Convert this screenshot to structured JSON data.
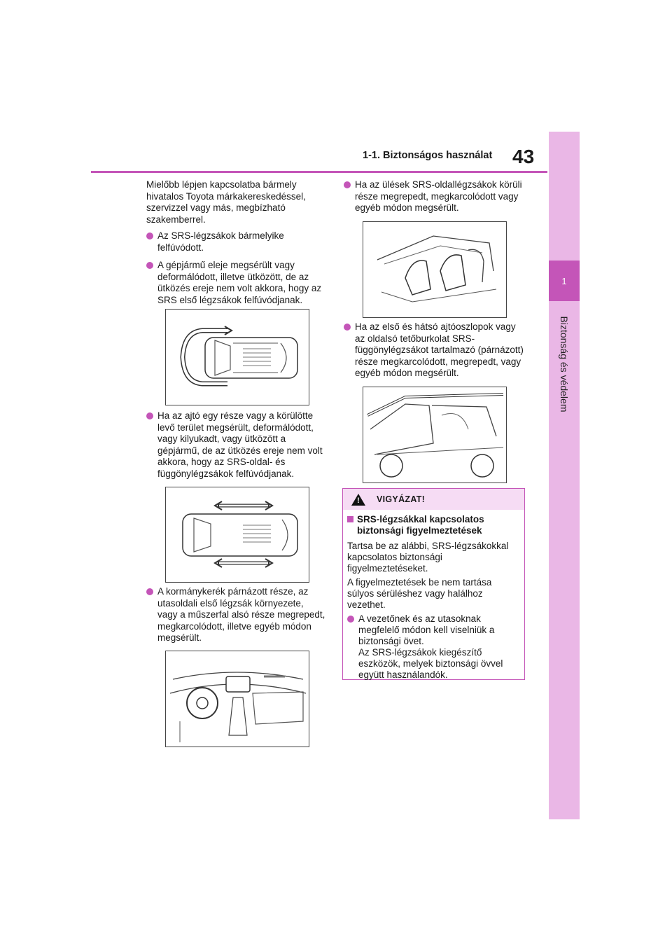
{
  "header": {
    "page_number": "43",
    "section_title": "1-1. Biztonságos használat"
  },
  "side_tab": {
    "chapter_number": "1",
    "chapter_title": "Biztonság és védelem"
  },
  "left_column": {
    "intro": "Mielőbb lépjen kapcsolatba bármely hivatalos Toyota márkakereskedéssel, szervizzel vagy más, megbízható szakemberrel.",
    "bullets": [
      "Az SRS-légzsákok bármelyike felfúvódott.",
      "A gépjármű eleje megsérült vagy deformálódott, illetve ütközött, de az ütközés ereje nem volt akkora, hogy az SRS első légzsákok felfúvódjanak.",
      "Ha az ajtó egy része vagy a körülötte levő terület megsérült, deformálódott, vagy kilyukadt, vagy ütközött a gépjármű, de az ütközés ereje nem volt akkora, hogy az SRS-oldal- és függönylégzsákok felfúvódjanak.",
      "A kormánykerék párnázott része, az utasoldali első légzsák környezete, vagy a műszerfal alsó része megrepedt, megkarcolódott, illetve egyéb módon megsérült."
    ]
  },
  "right_column": {
    "bullets": [
      "Ha az ülések SRS-oldallégzsákok körüli része megrepedt, megkarcolódott vagy egyéb módon megsérült.",
      "Ha az első és hátsó ajtóoszlopok vagy az oldalsó tetőburkolat SRS-függönylégzsákot tartalmazó (párnázott) része megkarcolódott, megrepedt, vagy egyéb módon megsérült."
    ]
  },
  "warning": {
    "heading": "VIGYÁZAT!",
    "subheading": "SRS-légzsákkal kapcsolatos biztonsági figyelmeztetések",
    "para1": "Tartsa be az alábbi, SRS-légzsákokkal kapcsolatos biztonsági figyelmeztetéseket.",
    "para2": "A figyelmeztetések be nem tartása súlyos sérüléshez vagy halálhoz vezethet.",
    "bullet1": "A vezetőnek és az utasoknak megfelelő módon kell viselniük a biztonsági övet.",
    "bullet1_cont": "Az SRS-légzsákok kiegészítő eszközök, melyek biztonsági övvel együtt használandók."
  },
  "colors": {
    "accent": "#c455b8",
    "tab": "#eab7e6",
    "warn_head": "#f6dcf4"
  }
}
